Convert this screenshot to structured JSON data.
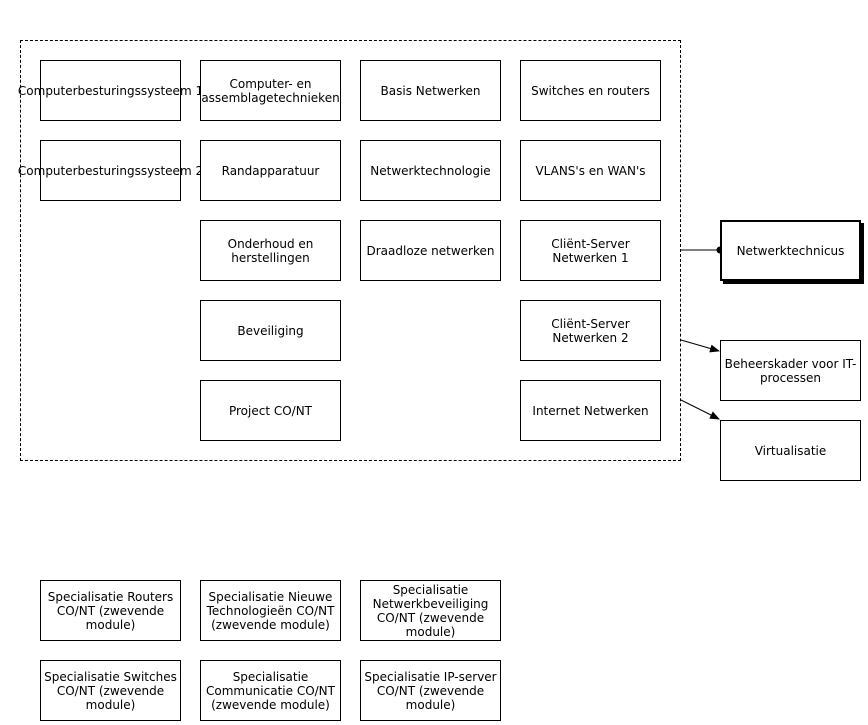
{
  "group_boxes": [
    {
      "id": "cbs1",
      "label": "Computerbesturingssysteem 1"
    },
    {
      "id": "comp-asm",
      "label": "Computer- en assemblagetechnieken"
    },
    {
      "id": "basis-netwerken",
      "label": "Basis Netwerken"
    },
    {
      "id": "switches-routers",
      "label": "Switches en routers"
    },
    {
      "id": "cbs2",
      "label": "Computerbesturingssysteem 2"
    },
    {
      "id": "randapparatuur",
      "label": "Randapparatuur"
    },
    {
      "id": "netwerktechnologie",
      "label": "Netwerktechnologie"
    },
    {
      "id": "vlans-wans",
      "label": "VLANS's en WAN's"
    },
    {
      "id": "onderhoud",
      "label": "Onderhoud en herstellingen"
    },
    {
      "id": "draadloze",
      "label": "Draadloze netwerken"
    },
    {
      "id": "client-server-1",
      "label": "Cliënt-Server Netwerken 1"
    },
    {
      "id": "beveiliging",
      "label": "Beveiliging"
    },
    {
      "id": "client-server-2",
      "label": "Cliënt-Server Netwerken 2"
    },
    {
      "id": "project",
      "label": "Project CO/NT"
    },
    {
      "id": "internet",
      "label": "Internet Netwerken"
    }
  ],
  "outcome_boxes": [
    {
      "id": "netwerktechnicus",
      "label": "Netwerktechnicus"
    },
    {
      "id": "beheerskader",
      "label": "Beheerskader voor IT-processen"
    },
    {
      "id": "virtualisatie",
      "label": "Virtualisatie"
    }
  ],
  "specialisation_boxes": [
    {
      "id": "spec-routers",
      "label": "Specialisatie Routers CO/NT (zwevende module)"
    },
    {
      "id": "spec-nieuwe-tech",
      "label": "Specialisatie Nieuwe Technologieën CO/NT (zwevende module)"
    },
    {
      "id": "spec-netwerkbeveiliging",
      "label": "Specialisatie Netwerkbeveiliging CO/NT (zwevende module)"
    },
    {
      "id": "spec-switches",
      "label": "Specialisatie Switches CO/NT (zwevende module)"
    },
    {
      "id": "spec-communicatie",
      "label": "Specialisatie Communicatie CO/NT (zwevende module)"
    },
    {
      "id": "spec-ip-server",
      "label": "Specialisatie IP-server CO/NT (zwevende module)"
    }
  ],
  "colors": {
    "stroke": "#000000",
    "fill": "#ffffff"
  }
}
